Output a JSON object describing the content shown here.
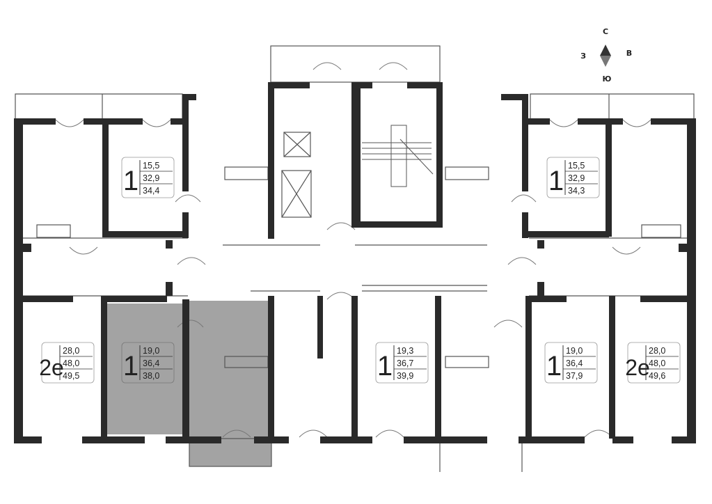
{
  "compass": {
    "north": "С",
    "west": "З",
    "east": "В",
    "south": "Ю"
  },
  "colors": {
    "wall": "#2a2a2a",
    "highlight": "#a3a3a3",
    "line": "#555555"
  },
  "apartments": [
    {
      "id": "apt-top-left",
      "rooms": "1",
      "living": "15,5",
      "total": "32,9",
      "total_with_balcony": "34,4",
      "highlighted": false
    },
    {
      "id": "apt-top-right",
      "rooms": "1",
      "living": "15,5",
      "total": "32,9",
      "total_with_balcony": "34,3",
      "highlighted": false
    },
    {
      "id": "apt-bottom-1",
      "rooms": "2е",
      "living": "28,0",
      "total": "48,0",
      "total_with_balcony": "49,5",
      "highlighted": false
    },
    {
      "id": "apt-bottom-2",
      "rooms": "1",
      "living": "19,0",
      "total": "36,4",
      "total_with_balcony": "38,0",
      "highlighted": true
    },
    {
      "id": "apt-bottom-3",
      "rooms": "1",
      "living": "19,3",
      "total": "36,7",
      "total_with_balcony": "39,9",
      "highlighted": false
    },
    {
      "id": "apt-bottom-4",
      "rooms": "1",
      "living": "19,0",
      "total": "36,4",
      "total_with_balcony": "37,9",
      "highlighted": false
    },
    {
      "id": "apt-bottom-5",
      "rooms": "2е",
      "living": "28,0",
      "total": "48,0",
      "total_with_balcony": "49,6",
      "highlighted": false
    }
  ]
}
